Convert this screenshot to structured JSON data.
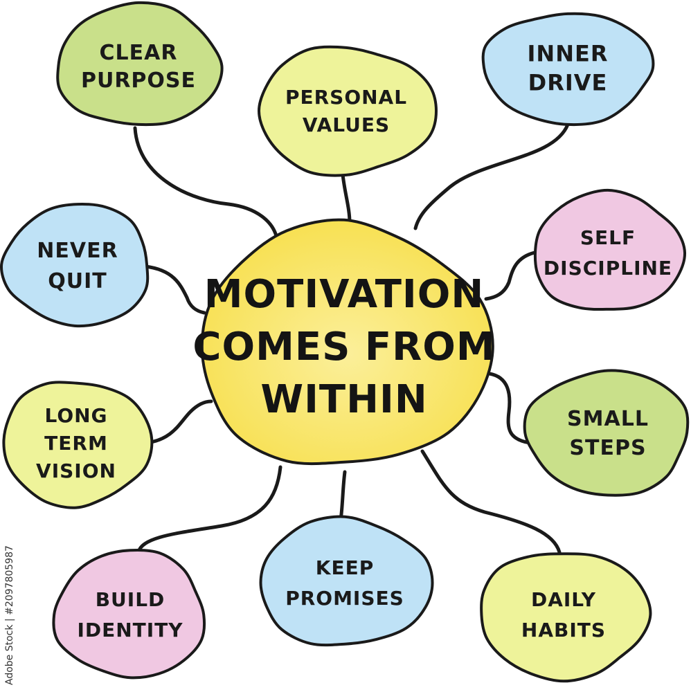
{
  "colors": {
    "green": "#c9e08a",
    "yellow": "#eef39a",
    "blue": "#bfe2f6",
    "pink": "#f0c8e2",
    "center_fill": "#f7df4c",
    "center_glow": "#fbef9a",
    "outline": "#1a1a1a"
  },
  "center": {
    "lines": [
      "MOTIVATION",
      "COMES FROM",
      "WITHIN"
    ]
  },
  "nodes": [
    {
      "id": "clear-purpose",
      "lines": [
        "CLEAR",
        "PURPOSE"
      ],
      "color": "green"
    },
    {
      "id": "personal-values",
      "lines": [
        "PERSONAL",
        "VALUES"
      ],
      "color": "yellow"
    },
    {
      "id": "inner-drive",
      "lines": [
        "INNER",
        "DRIVE"
      ],
      "color": "blue"
    },
    {
      "id": "never-quit",
      "lines": [
        "NEVER",
        "QUIT"
      ],
      "color": "blue"
    },
    {
      "id": "self-discipline",
      "lines": [
        "SELF",
        "DISCIPLINE"
      ],
      "color": "pink"
    },
    {
      "id": "long-term-vision",
      "lines": [
        "LONG",
        "TERM",
        "VISION"
      ],
      "color": "yellow"
    },
    {
      "id": "small-steps",
      "lines": [
        "SMALL",
        "STEPS"
      ],
      "color": "green"
    },
    {
      "id": "build-identity",
      "lines": [
        "BUILD",
        "IDENTITY"
      ],
      "color": "pink"
    },
    {
      "id": "keep-promises",
      "lines": [
        "KEEP",
        "PROMISES"
      ],
      "color": "blue"
    },
    {
      "id": "daily-habits",
      "lines": [
        "DAILY",
        "HABITS"
      ],
      "color": "yellow"
    }
  ],
  "watermark": "Adobe Stock | #2097805987"
}
